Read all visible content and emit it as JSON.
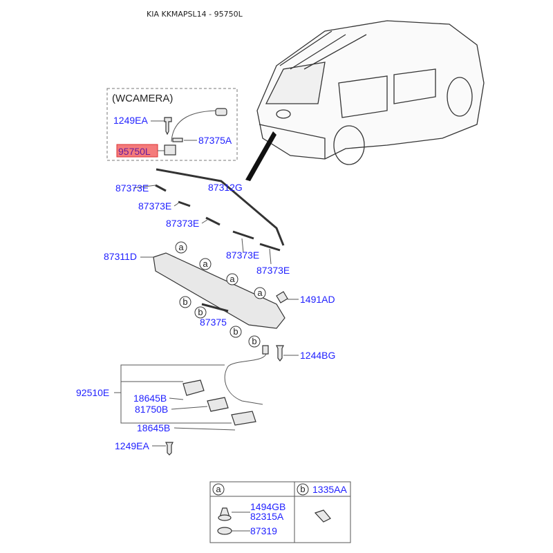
{
  "title": "KIA KKMAPSL14 - 95750L",
  "colors": {
    "label": "#1f1fff",
    "highlight": "#f47b7b"
  },
  "camera_group": {
    "caption": "(WCAMERA)",
    "labels": [
      "1249EA",
      "87375A",
      "95750L"
    ]
  },
  "labels": {
    "p87373E_1": "87373E",
    "p87312G": "87312G",
    "p87373E_2": "87373E",
    "p87373E_3": "87373E",
    "p87373E_4": "87373E",
    "p87373E_5": "87373E",
    "p87311D": "87311D",
    "p87375": "87375",
    "p1491AD": "1491AD",
    "p1244BG": "1244BG",
    "p92510E": "92510E",
    "p18645B_1": "18645B",
    "p81750B": "81750B",
    "p18645B_2": "18645B",
    "p1249EA": "1249EA"
  },
  "callouts": {
    "a": "a",
    "b": "b"
  },
  "legend_table": {
    "col_a": {
      "key": "a",
      "items": [
        "1494GB",
        "82315A",
        "87319"
      ]
    },
    "col_b": {
      "key": "b",
      "items": [
        "1335AA"
      ]
    }
  }
}
